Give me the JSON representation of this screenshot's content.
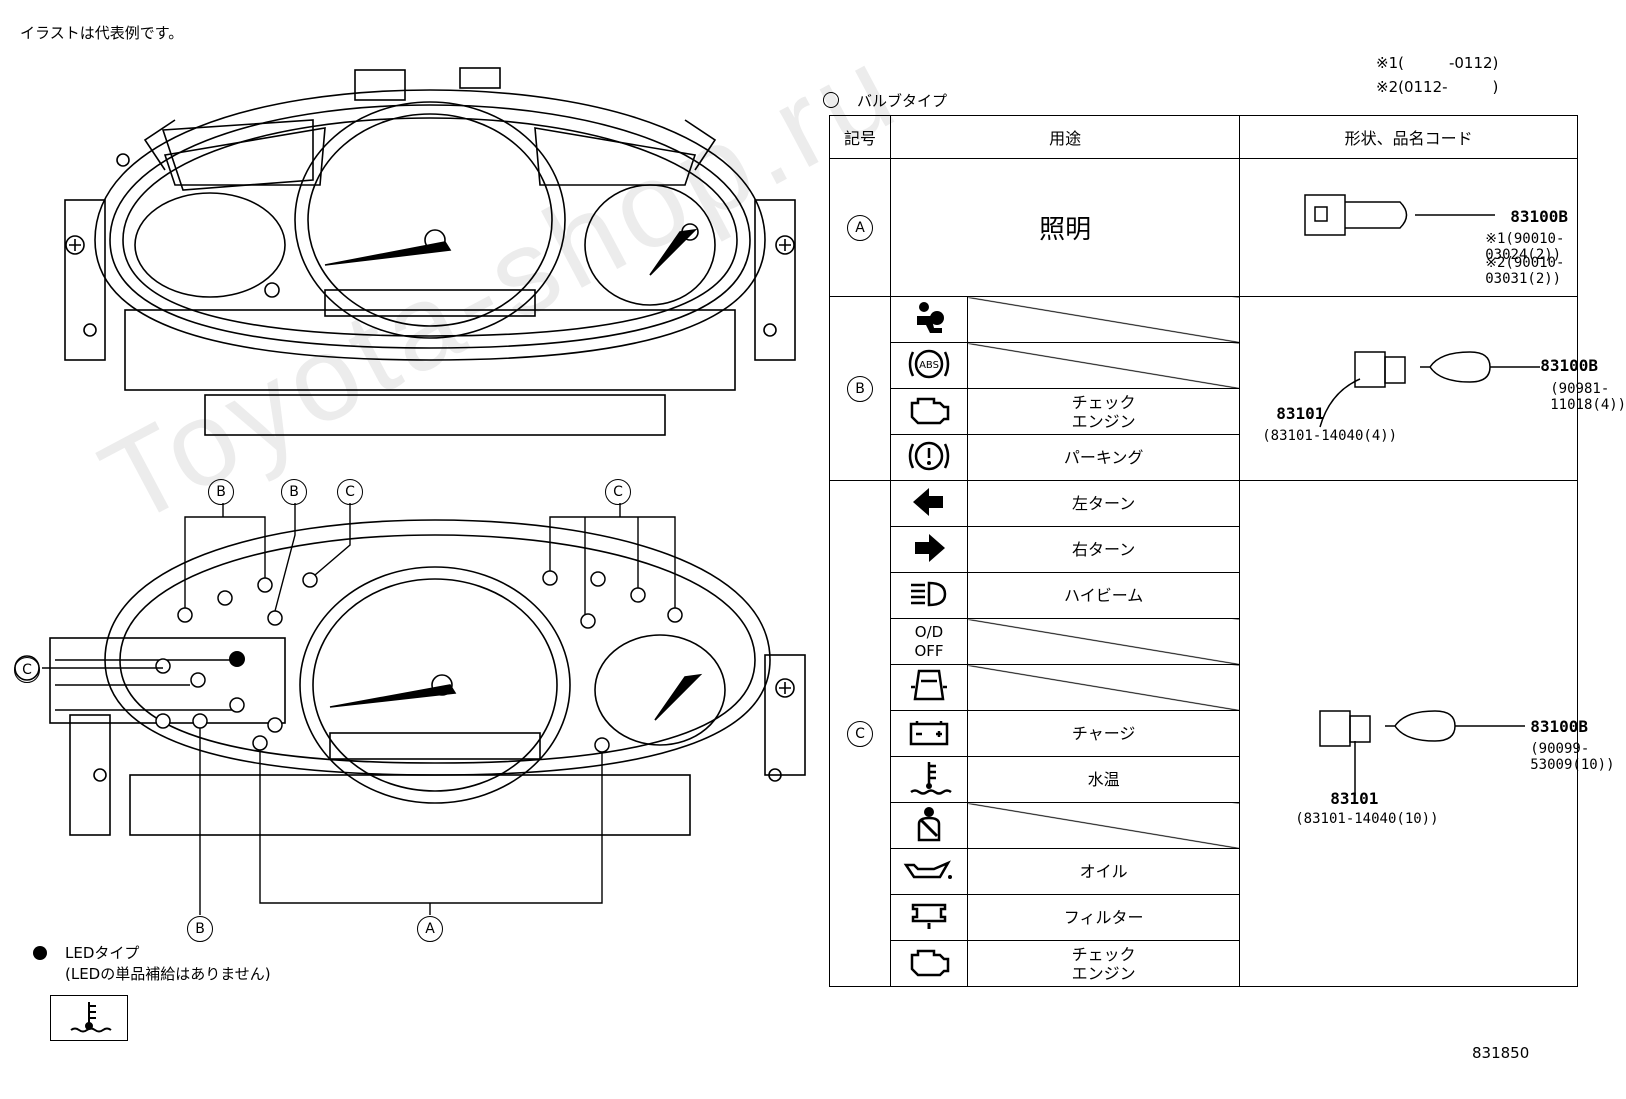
{
  "header_note": "イラストは代表例です。",
  "footnotes": [
    "※1(　　　-0112)",
    "※2(0112-　　　)"
  ],
  "bulb_type_label": "バルブタイプ",
  "table": {
    "headers": [
      "記号",
      "用途",
      "形状、品名コード"
    ],
    "rows": [
      {
        "group": "A",
        "use": "照明"
      },
      {
        "group": "B",
        "items": [
          {
            "icon": "airbag-icon",
            "label": ""
          },
          {
            "icon": "abs-icon",
            "label": ""
          },
          {
            "icon": "check-engine-icon",
            "label": "チェック\nエンジン"
          },
          {
            "icon": "parking-brake-icon",
            "label": "パーキング"
          }
        ]
      },
      {
        "group": "C",
        "items": [
          {
            "icon": "turn-left-icon",
            "label": "左ターン"
          },
          {
            "icon": "turn-right-icon",
            "label": "右ターン"
          },
          {
            "icon": "high-beam-icon",
            "label": "ハイビーム"
          },
          {
            "icon": "od-off-icon",
            "label": ""
          },
          {
            "icon": "door-open-icon",
            "label": ""
          },
          {
            "icon": "charge-icon",
            "label": "チャージ"
          },
          {
            "icon": "water-temp-icon",
            "label": "水温"
          },
          {
            "icon": "seatbelt-icon",
            "label": ""
          },
          {
            "icon": "oil-icon",
            "label": "オイル"
          },
          {
            "icon": "filter-icon",
            "label": "フィルター"
          },
          {
            "icon": "check-engine-icon",
            "label": "チェック\nエンジン"
          }
        ]
      }
    ],
    "od_off_text": "O/D\nOFF",
    "parts": {
      "A": {
        "code": "83100B",
        "sub": [
          "※1(90010-03024(2))",
          "※2(90010-03031(2))"
        ]
      },
      "B": {
        "bulb": "83100B",
        "bulb_sub": "(90981-11018(4))",
        "socket": "83101",
        "socket_sub": "(83101-14040(4))"
      },
      "C": {
        "bulb": "83100B",
        "bulb_sub": "(90099-53009(10))",
        "socket": "83101",
        "socket_sub": "(83101-14040(10))"
      }
    }
  },
  "callouts": [
    "B",
    "B",
    "C",
    "C",
    "C",
    "B",
    "A"
  ],
  "led_note": {
    "title": "LEDタイプ",
    "sub": "(LEDの単品補給はありません)"
  },
  "diagram_id": "831850",
  "watermark": "Toyota-shop.ru"
}
